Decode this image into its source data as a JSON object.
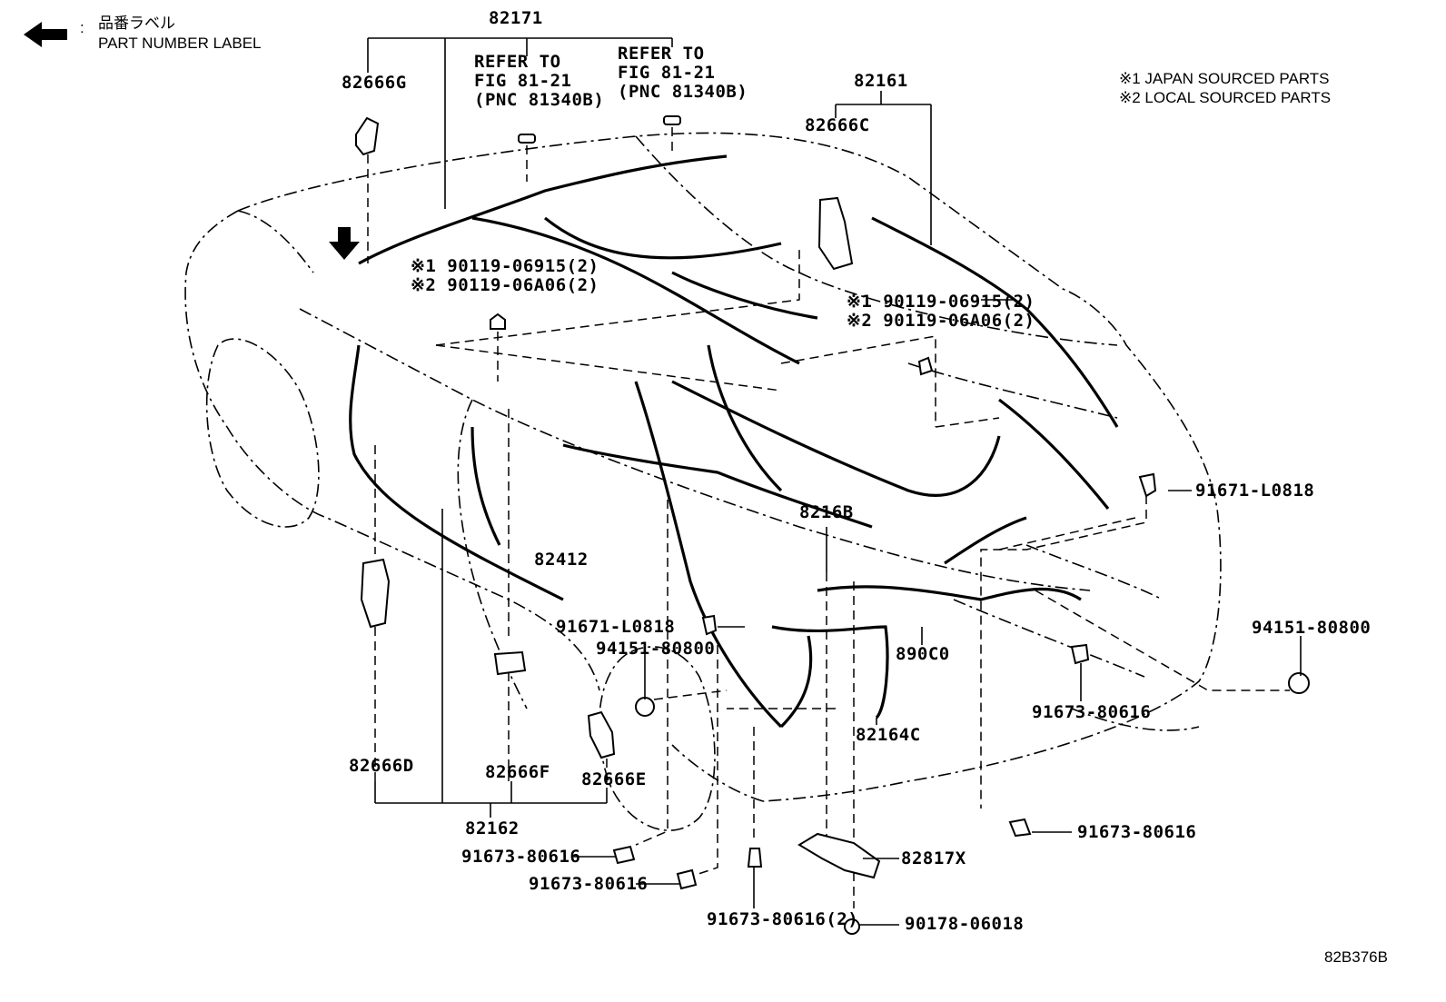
{
  "legend": {
    "label_jp": "品番ラベル",
    "label_en": "PART NUMBER LABEL",
    "note1": "※1 JAPAN SOURCED PARTS",
    "note2": "※2 LOCAL SOURCED PARTS"
  },
  "refs": {
    "ref1": [
      "REFER TO",
      "FIG 81-21",
      "(PNC 81340B)"
    ],
    "ref2": [
      "REFER TO",
      "FIG 81-21",
      "(PNC 81340B)"
    ]
  },
  "callouts": {
    "p82171": "82171",
    "p82666G": "82666G",
    "p82161": "82161",
    "p82666C": "82666C",
    "bolt_left_1": "※1 90119-06915(2)",
    "bolt_left_2": "※2 90119-06A06(2)",
    "bolt_right_1": "※1 90119-06915(2)",
    "bolt_right_2": "※2 90119-06A06(2)",
    "p91671_right": "91671-L0818",
    "p8216B": "8216B",
    "p82412": "82412",
    "p91671_left": "91671-L0818",
    "p94151_left": "94151-80800",
    "p94151_right": "94151-80800",
    "p890C0": "890C0",
    "p91673_mid": "91673-80616",
    "p82164C": "82164C",
    "p82666D": "82666D",
    "p82666F": "82666F",
    "p82666E": "82666E",
    "p82162": "82162",
    "p91673_a": "91673-80616",
    "p91673_b": "91673-80616",
    "p91673_right": "91673-80616",
    "p82817X": "82817X",
    "p91673_2": "91673-80616(2)",
    "p90178": "90178-06018",
    "figure_id": "82B376B"
  }
}
